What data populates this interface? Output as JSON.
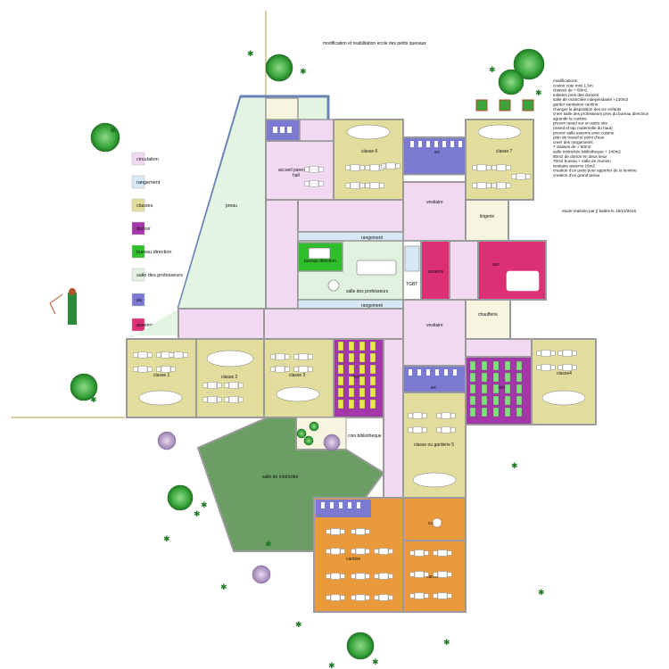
{
  "title": "modification et reabilitation ecole des petits quenaux",
  "notes": [
    "modifications:",
    "couloir cote mini 1.5m",
    "classes de + 60m2",
    "toilettes pres des dortoirs",
    "salle de motricitée independante +130m2",
    "garder sanitaires cantine",
    "changer la disposition des wc enfants",
    "creer salle des professeurs pres du bureau directrice",
    "agrandir la cantine",
    "prevoir rased sur un autre site",
    "(rased et tap maternelle du haut)",
    "prevoir salle assems avec cuisine",
    "plan de travail et point d'eau",
    "creer des rangements",
    "",
    "7 classes de + 60m2",
    "salle motricitée bibliotheque + 140m2",
    "80m2 de dortoir en deux lieux",
    "70m2 bureau + salle de reunion",
    "vestiaire assems 16m2",
    "creation d'un patio pour apporter de la lumière",
    "creation d'un grand preau"
  ],
  "study_note": "etude realisée par jf baltes le 15/10/2016",
  "legend": [
    {
      "label": "circulation",
      "color": "#f2d9f2"
    },
    {
      "label": "rangement",
      "color": "#d6e8f5"
    },
    {
      "label": "classes",
      "color": "#e2dd9c"
    },
    {
      "label": "dortoir",
      "color": "#a336a8"
    },
    {
      "label": "bureau direction",
      "color": "#2fbf2a"
    },
    {
      "label": "salle des professeurs",
      "color": "#e0f2df"
    },
    {
      "label": "wc",
      "color": "#7a7ad0"
    },
    {
      "label": "assems",
      "color": "#dc2f74"
    }
  ],
  "rooms": {
    "preau": "preau",
    "accueil": "accueil parents\nhall",
    "classe6": "classe 6",
    "wc": "wc",
    "classe7": "classe 7",
    "vestiaire_top": "vestiaire",
    "lingerie": "lingerie",
    "rangement1": "rangement",
    "bureau": "bureau direction",
    "profs": "salle des professeurs",
    "tgbt": "TGBT",
    "assems": "assems",
    "asv": "asv",
    "rangement2": "rangement",
    "vestiaire_mid": "vestiaire",
    "chaufferie": "chaufferie",
    "classe1": "classe 1",
    "classe2": "classe 2",
    "classe3": "classe 3",
    "dortoir1": "dortoir",
    "wc2": "wc",
    "dortoir2": "dortoir",
    "classe4": "classe4",
    "classe5": "classe ou garderie 5",
    "bibliotheque": "coin bibliotheque",
    "motricite": "salle de motricitée",
    "cuisine": "cuisine",
    "cantine1": "cantine",
    "cantine2": "cantine"
  },
  "colors": {
    "circulation": "#f2d9f2",
    "classes": "#e2dd9c",
    "dortoir": "#a336a8",
    "bureau": "#2fbf2a",
    "profs": "#e0f2df",
    "wc": "#7a7ad0",
    "assems": "#dc2f74",
    "preau": "#e3f4e3",
    "motricite": "#6a9e63",
    "cantine": "#eb9a3b",
    "rangement": "#d6e8f5",
    "wall": "#9a9a9a"
  }
}
